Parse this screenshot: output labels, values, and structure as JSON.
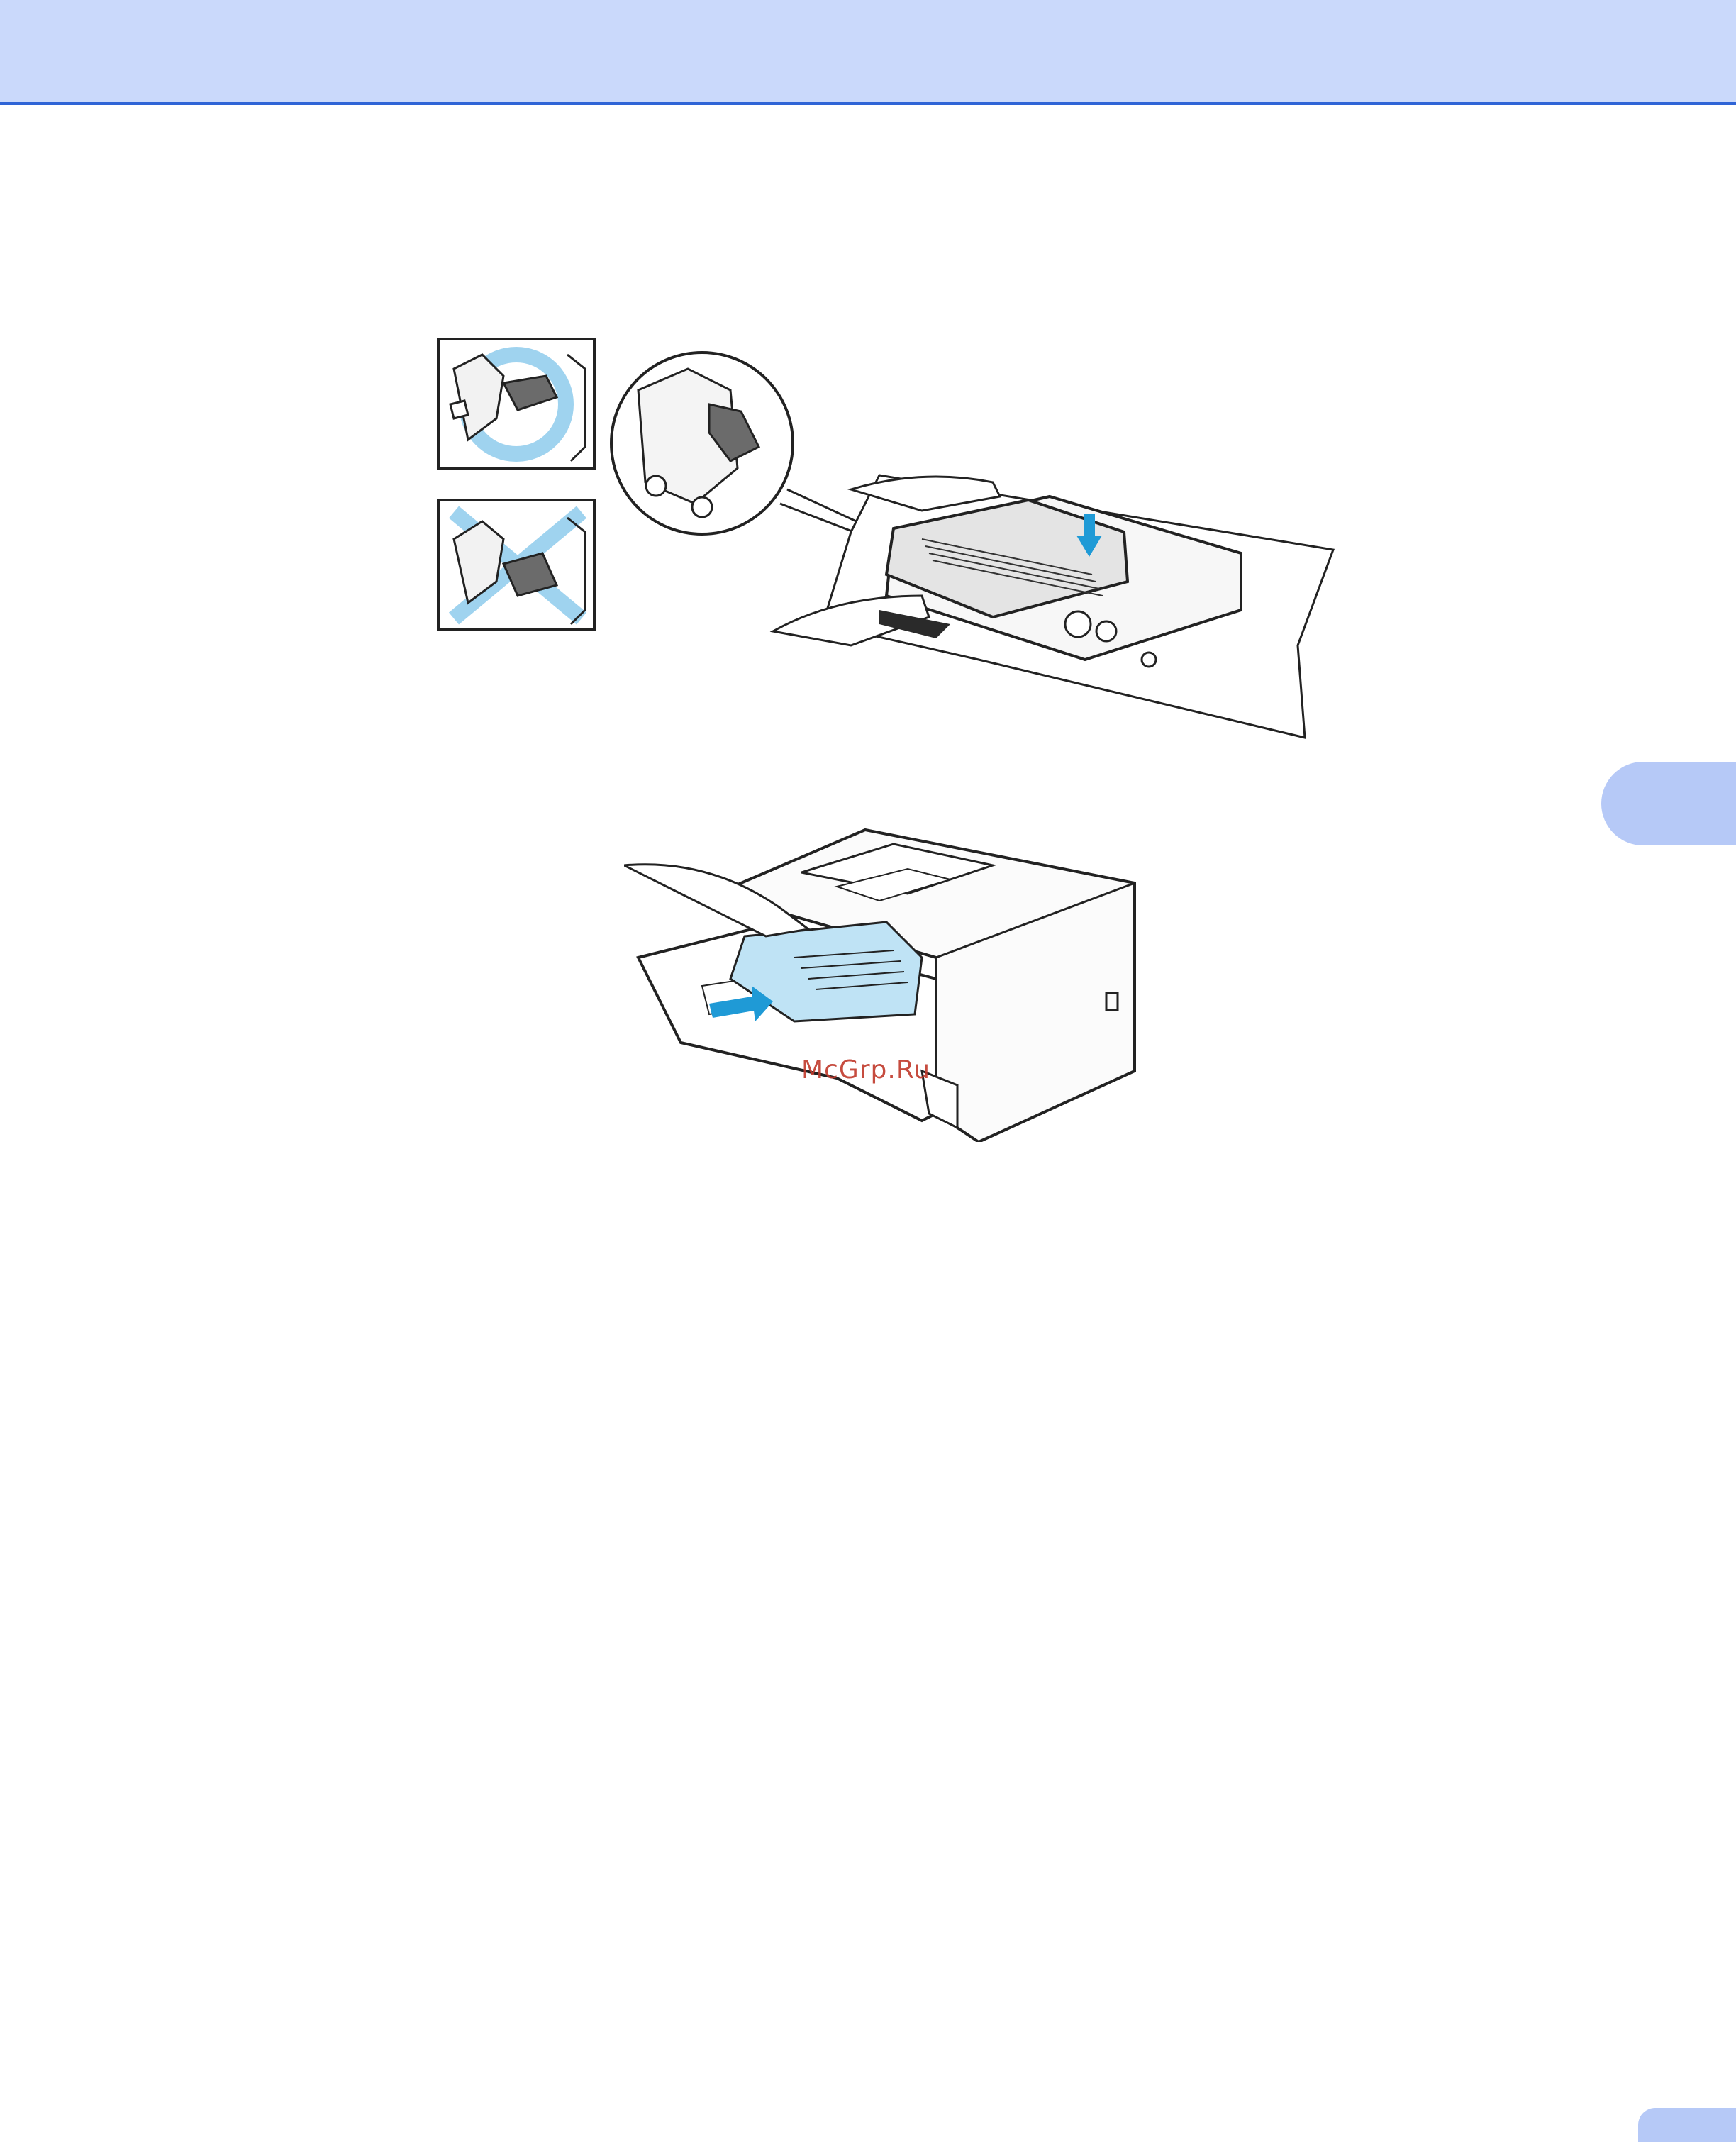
{
  "header": {
    "band_color": "#cad9fb",
    "rule_color": "#2f64d6"
  },
  "chapter_tab": {
    "color": "#b6c9f7"
  },
  "page_number_tab": {
    "color": "#b6c9f7"
  },
  "illustrations": {
    "install_toner_into_drum": {
      "icon": "toner-drum-assembly-illustration",
      "correct_icon": "correct-lever-position-icon",
      "incorrect_icon": "incorrect-lever-position-icon",
      "arrow_icon": "press-down-arrow-icon"
    },
    "insert_drum_into_printer": {
      "icon": "printer-insert-drum-illustration",
      "arrow_icon": "push-in-arrow-icon"
    }
  },
  "watermark": {
    "text": "McGrp.Ru"
  },
  "colors": {
    "accent_blue": "#1f9ad6",
    "light_blue_fill": "#bfe3f5",
    "line_dark": "#222222"
  }
}
